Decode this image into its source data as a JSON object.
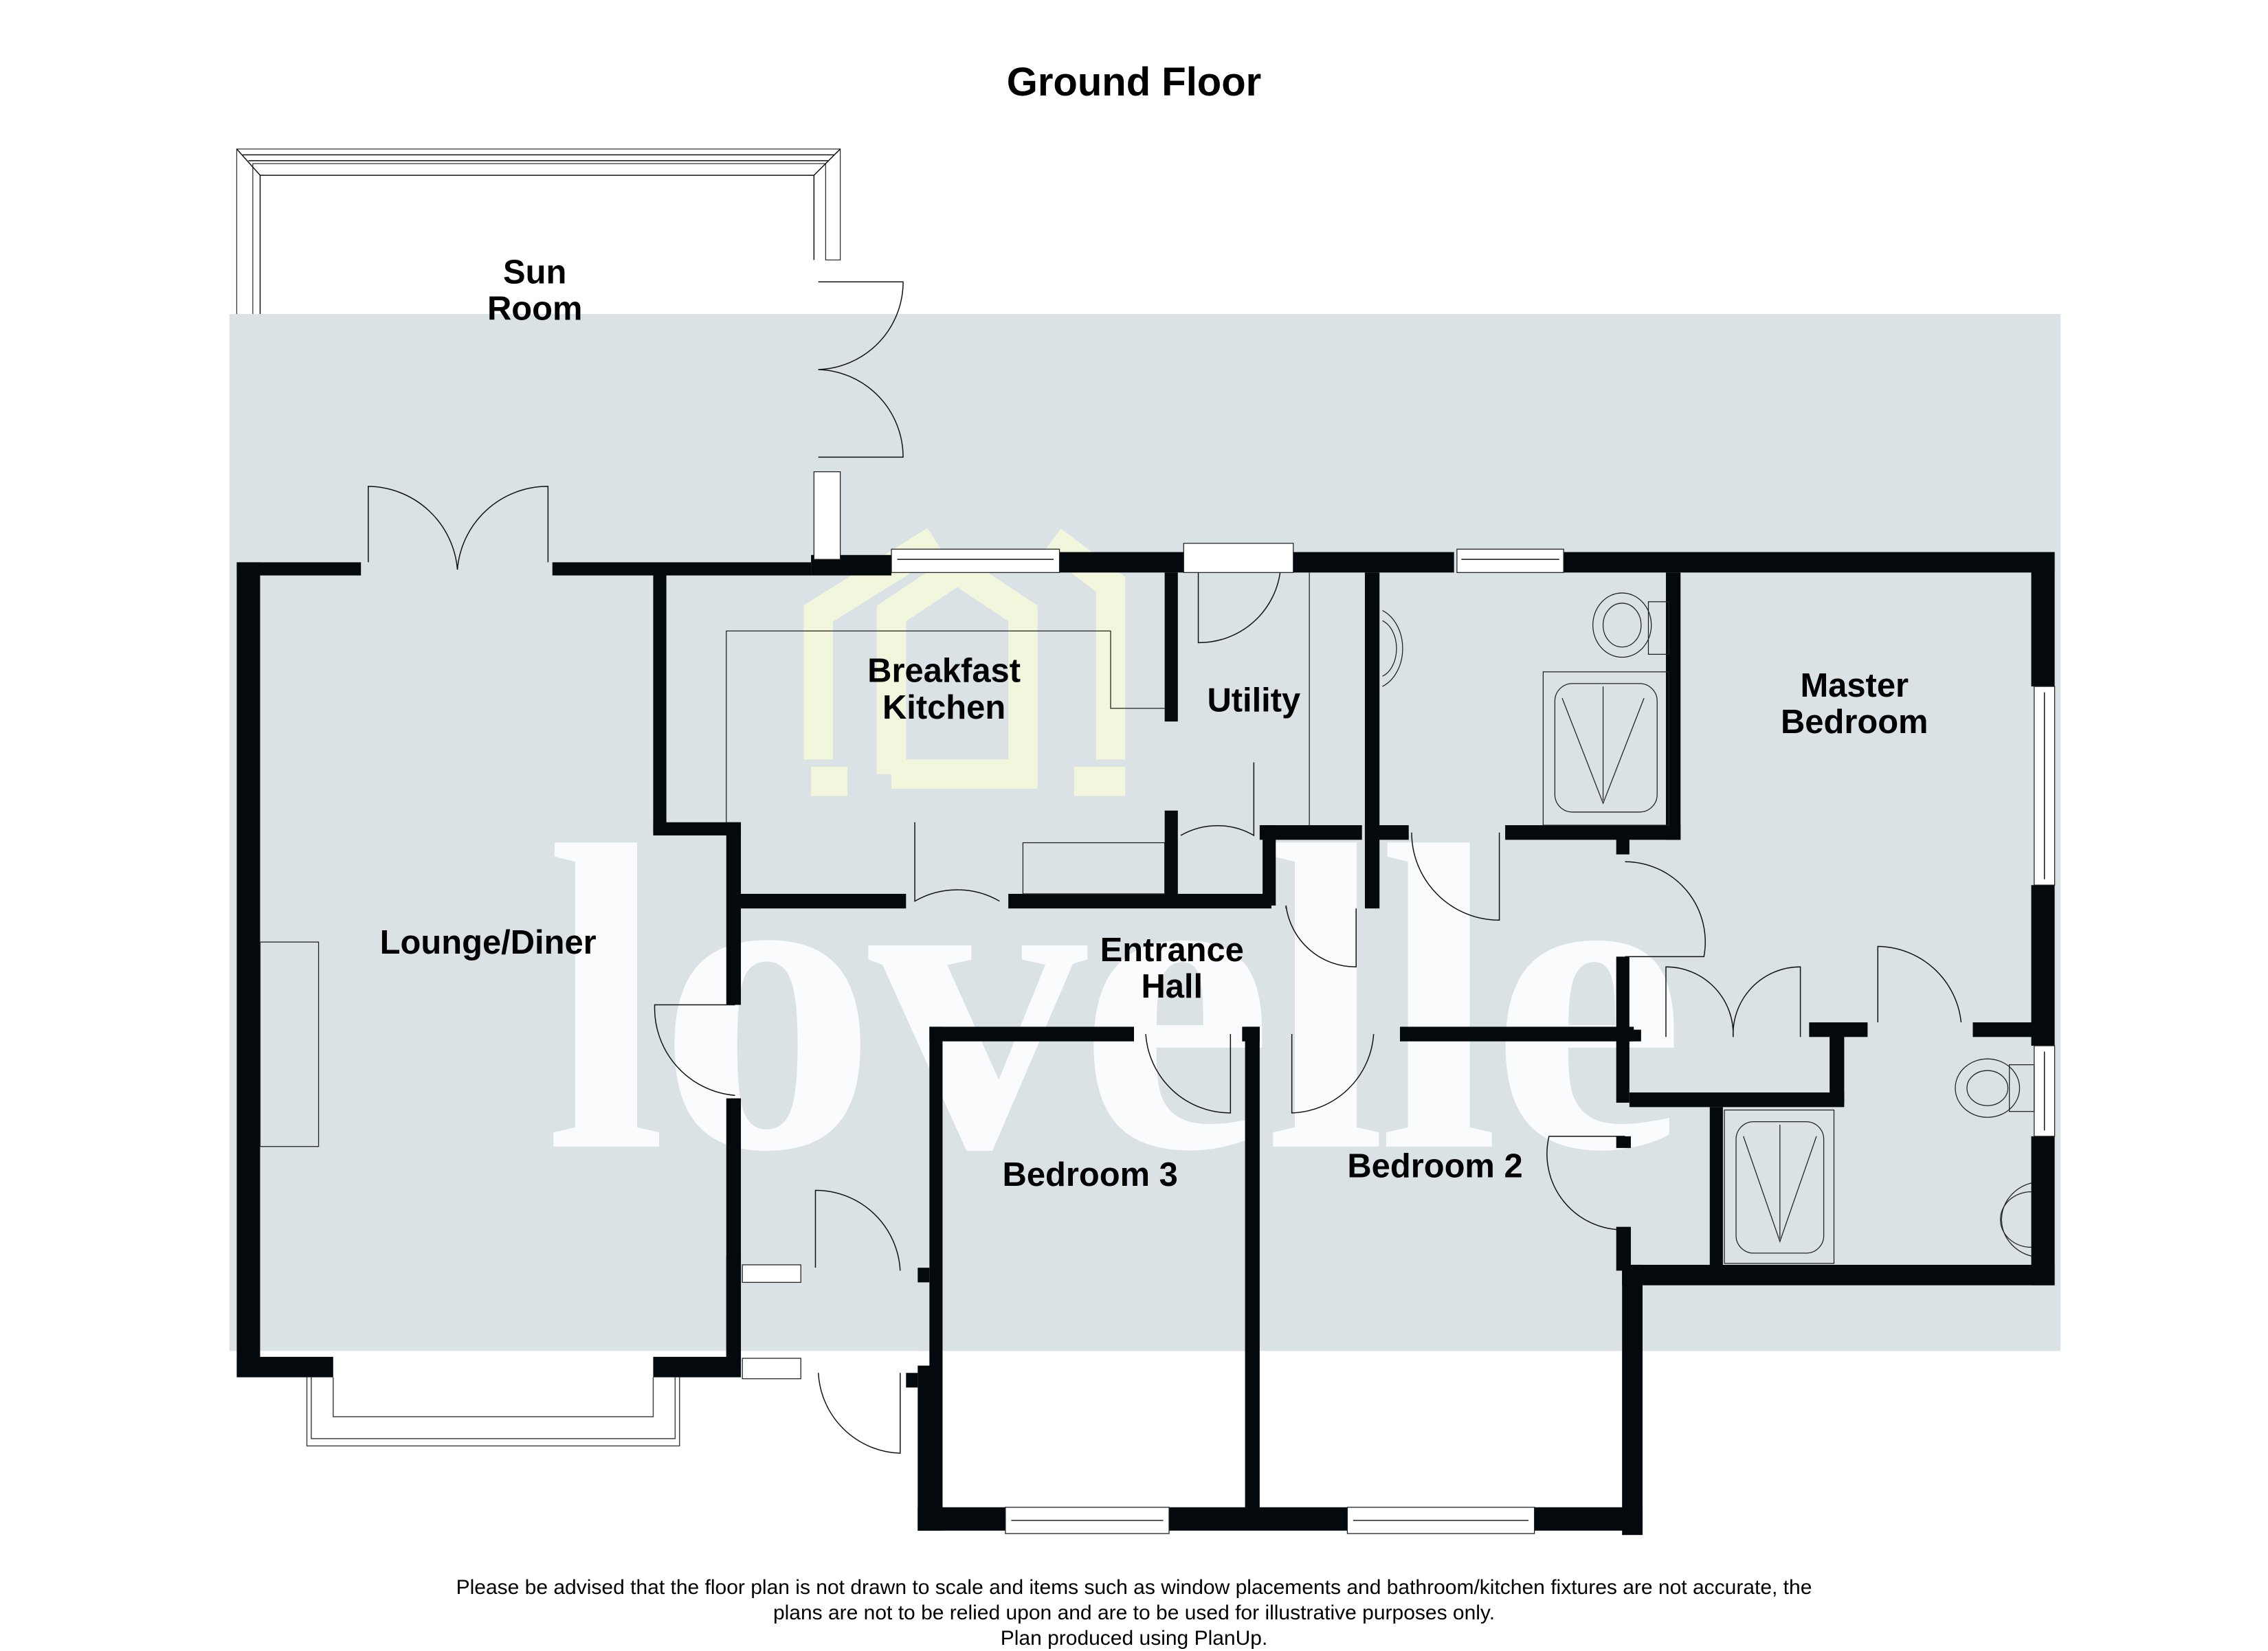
{
  "title": "Ground Floor",
  "colors": {
    "background": "#ffffff",
    "floor_fill": "#dae2e6",
    "wall": "#03090c",
    "watermark_text": "#ffffff",
    "watermark_logo": "#f7f9e2"
  },
  "watermark": {
    "text": "lovelle",
    "logo": "house-logo"
  },
  "rooms": [
    {
      "id": "sun-room",
      "label_line1": "Sun",
      "label_line2": "Room"
    },
    {
      "id": "breakfast-kitchen",
      "label_line1": "Breakfast",
      "label_line2": "Kitchen"
    },
    {
      "id": "utility",
      "label_line1": "Utility"
    },
    {
      "id": "master-bedroom",
      "label_line1": "Master",
      "label_line2": "Bedroom"
    },
    {
      "id": "lounge-diner",
      "label_line1": "Lounge/Diner"
    },
    {
      "id": "entrance-hall",
      "label_line1": "Entrance",
      "label_line2": "Hall"
    },
    {
      "id": "bedroom-3",
      "label_line1": "Bedroom 3"
    },
    {
      "id": "bedroom-2",
      "label_line1": "Bedroom 2"
    }
  ],
  "disclaimer": {
    "line1": "Please be advised that the floor plan is not drawn to scale and items such as window placements and bathroom/kitchen fixtures are not accurate, the",
    "line2": "plans are not to be relied upon and are to be used for illustrative purposes only.",
    "line3": "Plan produced using PlanUp."
  }
}
